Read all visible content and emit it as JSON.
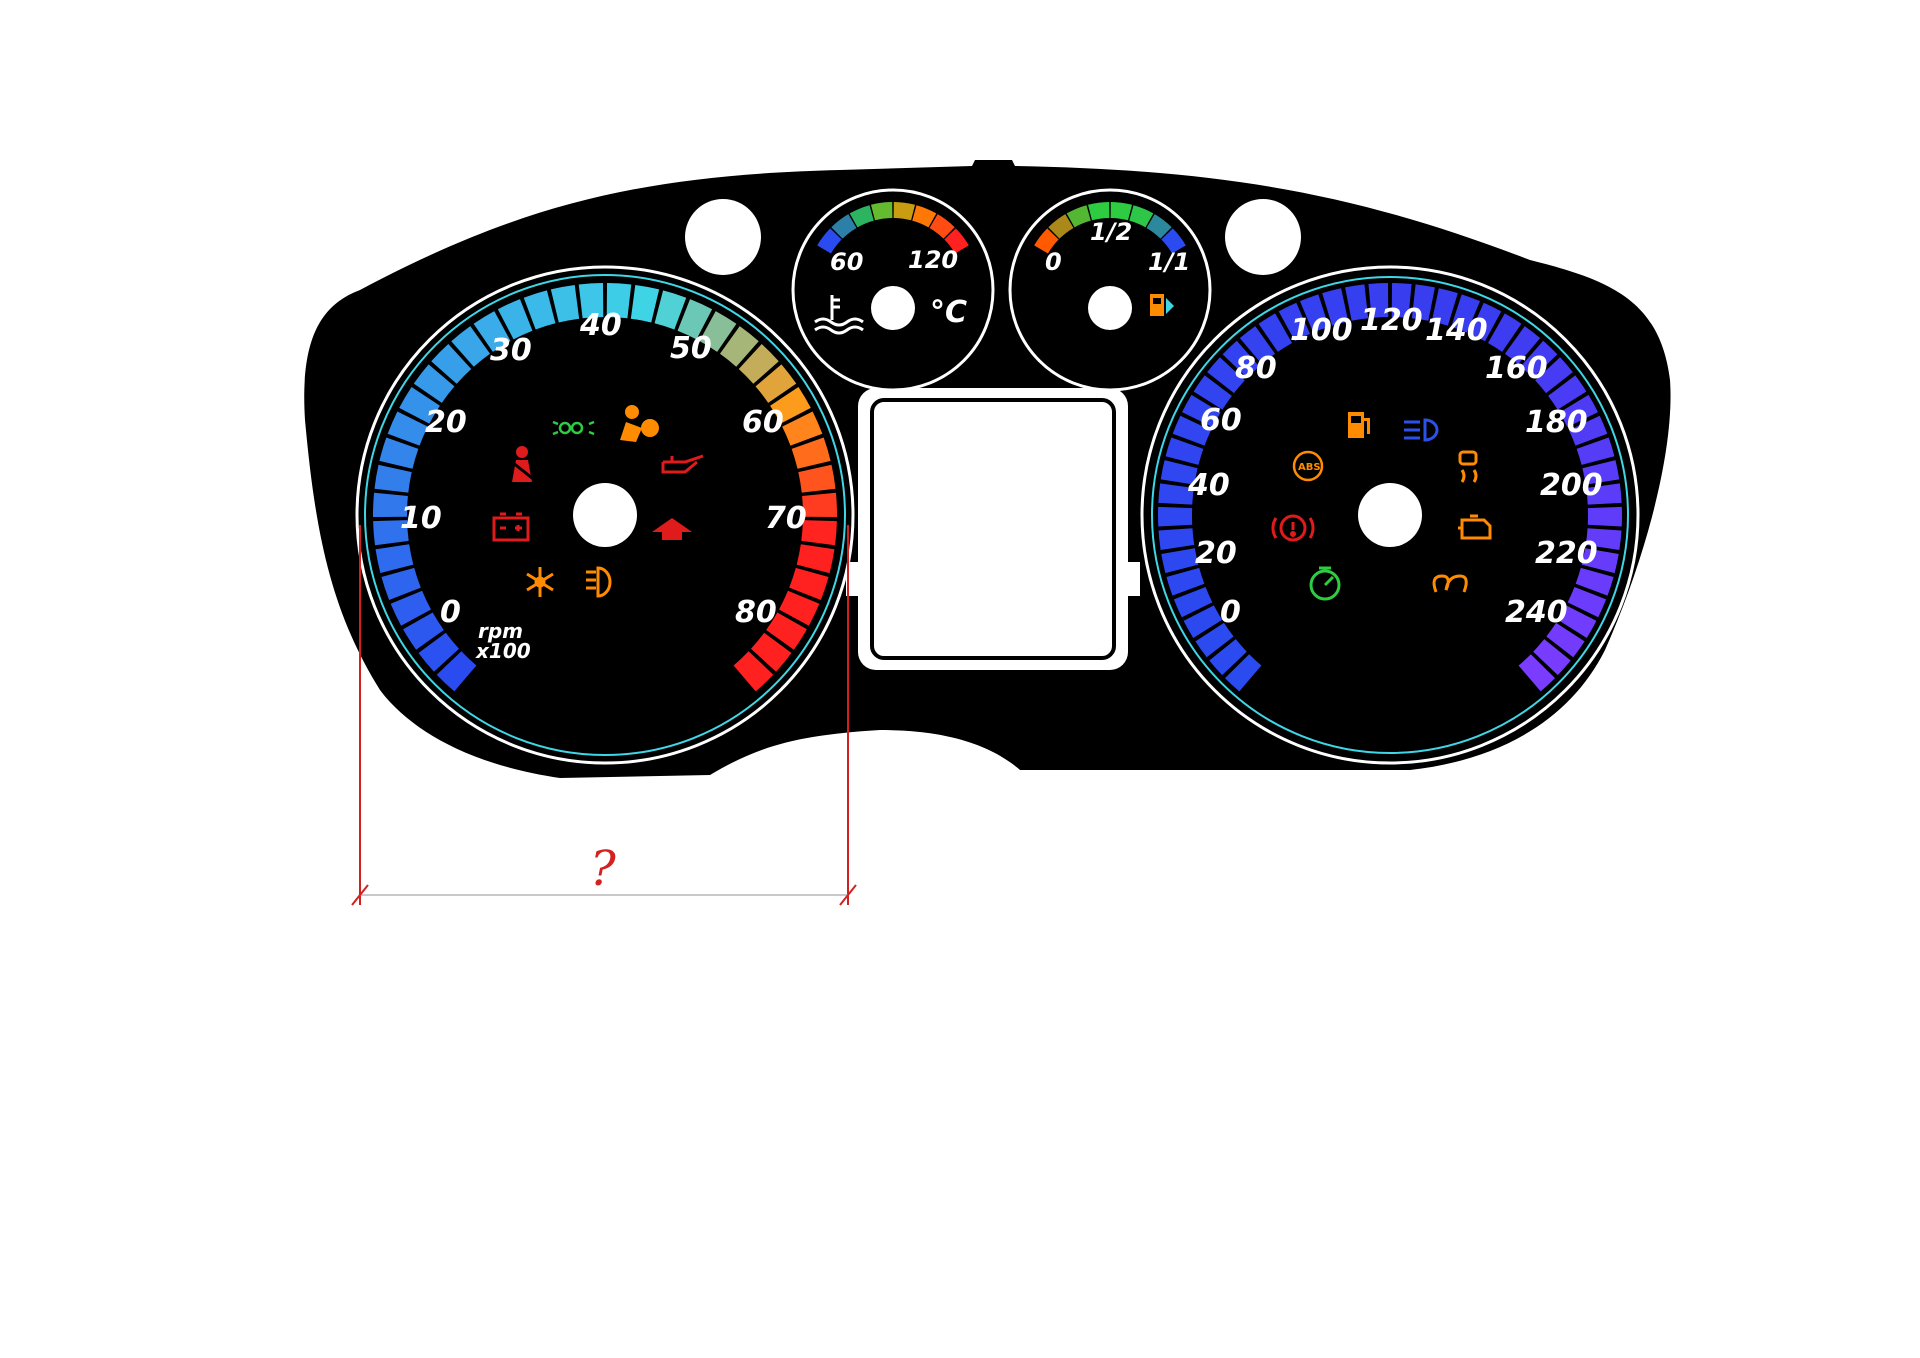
{
  "tachometer": {
    "ticks": [
      "0",
      "10",
      "20",
      "30",
      "40",
      "50",
      "60",
      "70",
      "80"
    ],
    "unit_line1": "rpm",
    "unit_line2": "x100",
    "warning_icons": [
      {
        "icon": "parking-lights-icon",
        "color": "#2ecc40"
      },
      {
        "icon": "airbag-icon",
        "color": "#ff8c00"
      },
      {
        "icon": "seatbelt-icon",
        "color": "#e01b1b"
      },
      {
        "icon": "oil-can-icon",
        "color": "#e01b1b"
      },
      {
        "icon": "battery-icon",
        "color": "#e01b1b"
      },
      {
        "icon": "shift-up-arrow-icon",
        "color": "#e01b1b"
      },
      {
        "icon": "snowflake-icon",
        "color": "#ff8c00"
      },
      {
        "icon": "rear-fog-light-icon",
        "color": "#ff8c00"
      }
    ]
  },
  "temperature_gauge": {
    "low": "60",
    "high": "120",
    "unit": "°C",
    "icon": "coolant-thermometer-icon"
  },
  "fuel_gauge": {
    "empty": "0",
    "half": "1/2",
    "full": "1/1",
    "icon": "fuel-pump-icon"
  },
  "speedometer": {
    "ticks": [
      "0",
      "20",
      "40",
      "60",
      "80",
      "100",
      "120",
      "140",
      "160",
      "180",
      "200",
      "220",
      "240"
    ],
    "warning_icons": [
      {
        "icon": "fuel-pump-icon",
        "color": "#ff8c00"
      },
      {
        "icon": "high-beam-icon",
        "color": "#2a52e8"
      },
      {
        "icon": "abs-icon",
        "color": "#ff8c00"
      },
      {
        "icon": "traction-control-icon",
        "color": "#ff8c00"
      },
      {
        "icon": "brake-warning-icon",
        "color": "#e01b1b"
      },
      {
        "icon": "check-engine-icon",
        "color": "#ff8c00"
      },
      {
        "icon": "cruise-control-icon",
        "color": "#2ecc40"
      },
      {
        "icon": "glow-plug-icon",
        "color": "#ff8c00"
      }
    ]
  },
  "annotation": {
    "question_mark": "?",
    "color": "#d32020"
  },
  "colors": {
    "panel": "#000000",
    "scale_blue": "#2a4bf0",
    "scale_cyan": "#3fd6e6",
    "scale_red": "#ff2020",
    "scale_purple": "#7a3cff"
  }
}
